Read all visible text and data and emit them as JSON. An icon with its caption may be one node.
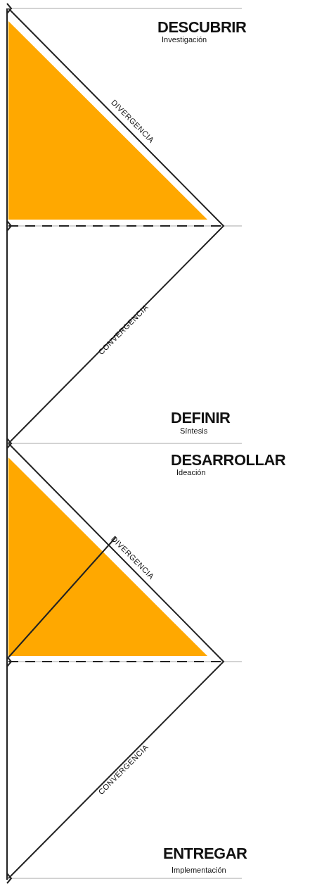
{
  "diagram": {
    "labels": [
      "DESCUBRIR",
      "Investigación",
      "DIVERGENCIA",
      "CONVERGENCIA",
      "DEFINIR",
      "Síntesis",
      "DESARROLLAR",
      "Ideación",
      "DIVERGENCIA",
      "CONVERGENCIA",
      "ENTREGAR",
      "Implementación"
    ]
  }
}
